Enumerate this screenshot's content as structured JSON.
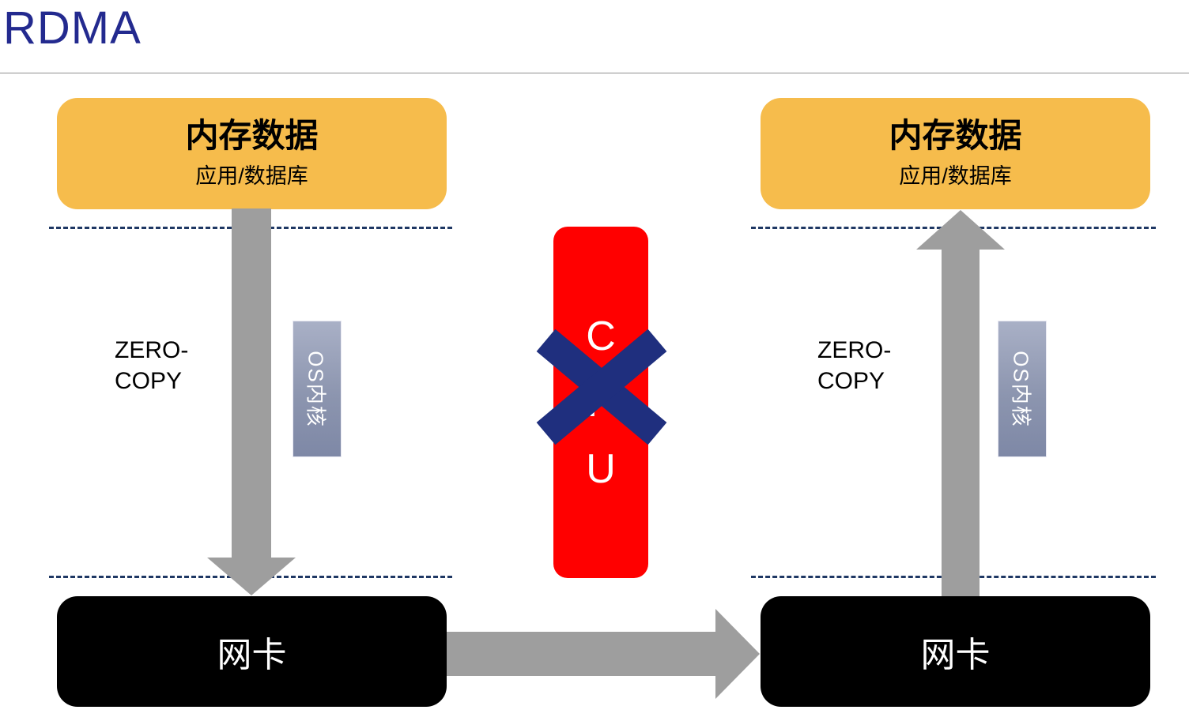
{
  "title": "RDMA",
  "colors": {
    "title_blue": "#232A8F",
    "memory_orange": "#F6BC4C",
    "arrow_gray": "#9E9E9E",
    "dashed_navy": "#1F3864",
    "cpu_red": "#FF0000",
    "cross_navy": "#1F2F7E",
    "os_box_gray": "#8C95AF",
    "nic_black": "#000000"
  },
  "left": {
    "memory_title": "内存数据",
    "memory_subtitle": "应用/数据库",
    "zero_copy": "ZERO-\nCOPY",
    "os_kernel": "OS内核",
    "nic": "网卡"
  },
  "right": {
    "memory_title": "内存数据",
    "memory_subtitle": "应用/数据库",
    "zero_copy": "ZERO-\nCOPY",
    "os_kernel": "OS内核",
    "nic": "网卡"
  },
  "cpu": {
    "letters": [
      "C",
      "P",
      "U"
    ]
  }
}
